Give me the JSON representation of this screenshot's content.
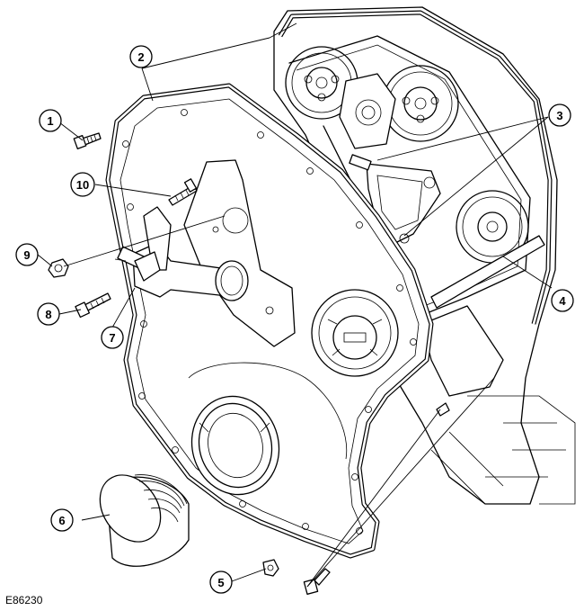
{
  "figure_id": "E86230",
  "callouts": [
    {
      "label": "1"
    },
    {
      "label": "2"
    },
    {
      "label": "3"
    },
    {
      "label": "4"
    },
    {
      "label": "5"
    },
    {
      "label": "6"
    },
    {
      "label": "7"
    },
    {
      "label": "8"
    },
    {
      "label": "9"
    },
    {
      "label": "10"
    }
  ]
}
